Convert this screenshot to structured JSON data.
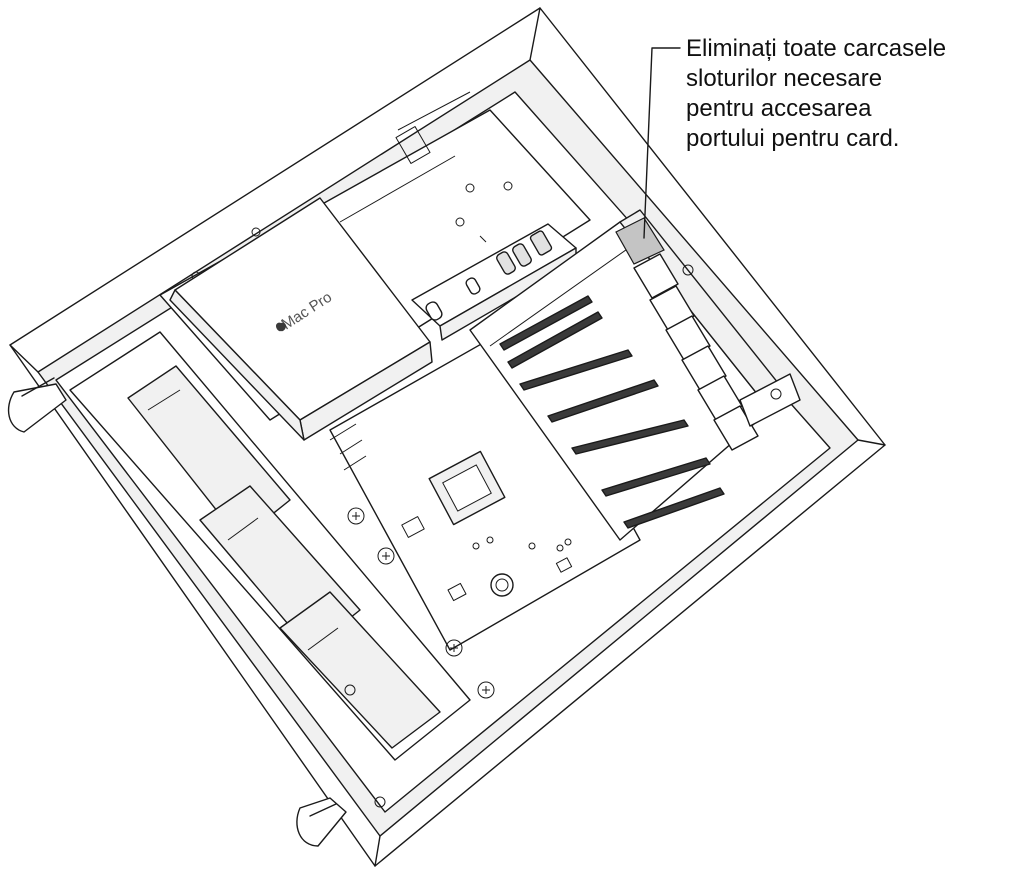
{
  "callout": {
    "lines": [
      "Eliminați toate carcasele",
      "sloturilor necesare",
      "pentru accesarea",
      "portului pentru card."
    ]
  },
  "product_label": "Mac Pro",
  "icons": {
    "logo": "apple-logo-icon"
  }
}
